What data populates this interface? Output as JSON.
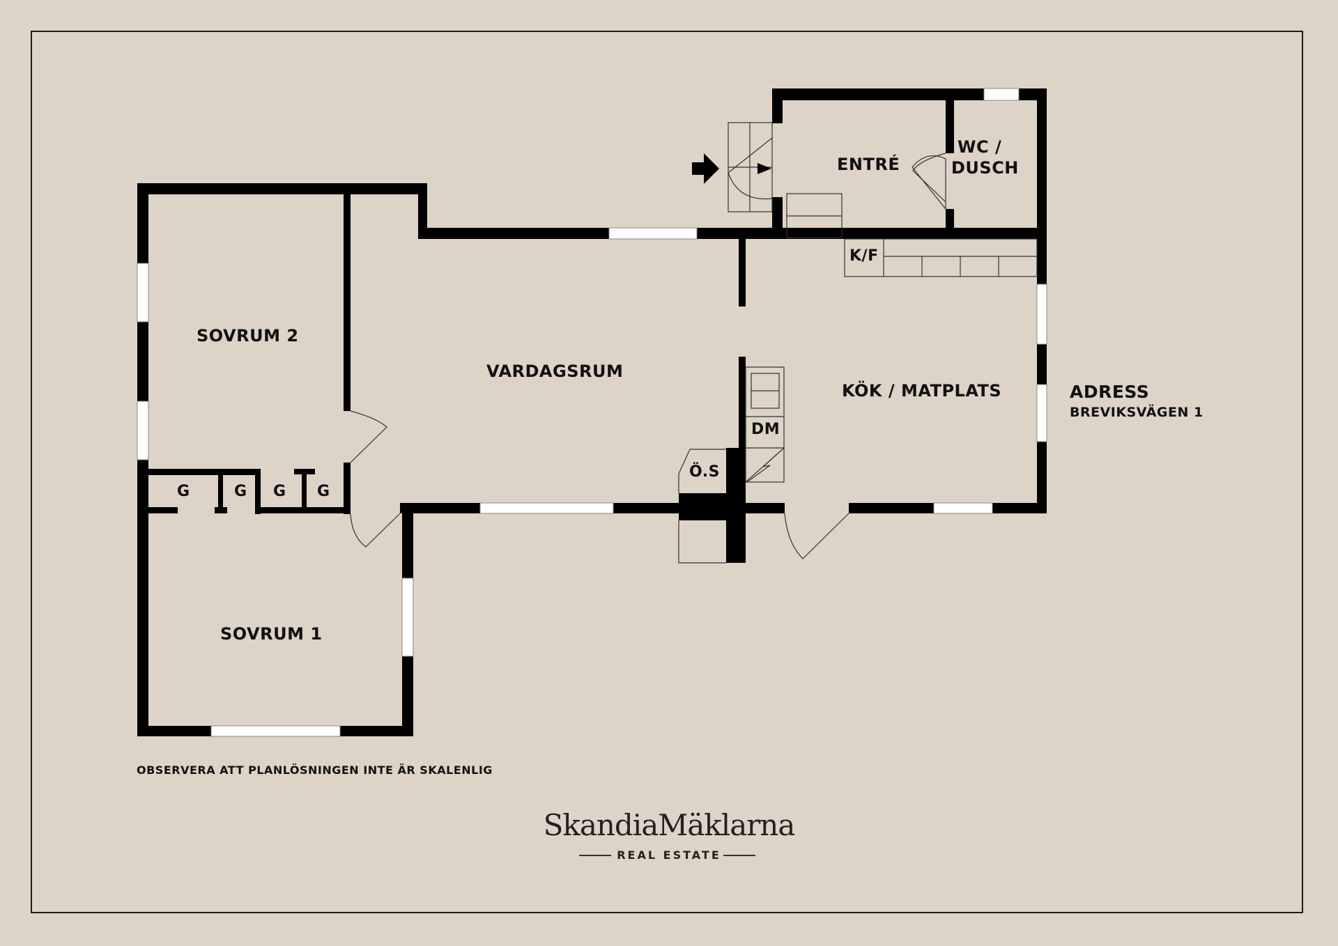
{
  "rooms": {
    "sovrum2": "SOVRUM 2",
    "sovrum1": "SOVRUM 1",
    "vardagsrum": "VARDAGSRUM",
    "kok": "KÖK / MATPLATS",
    "entre": "ENTRÉ",
    "wc_line1": "WC /",
    "wc_line2": "DUSCH"
  },
  "fixtures": {
    "closet": "G",
    "kf": "K/F",
    "dm": "DM",
    "os": "Ö.S"
  },
  "address": {
    "title": "ADRESS",
    "street": "BREVIKSVÄGEN 1"
  },
  "note": "OBSERVERA ATT PLANLÖSNINGEN INTE ÄR SKALENLIG",
  "brand": {
    "name": "SkandiaMäklarna",
    "tagline": "REAL ESTATE"
  },
  "colors": {
    "background": "#ddd3c7",
    "wall": "#000000",
    "window": "#ffffff"
  }
}
